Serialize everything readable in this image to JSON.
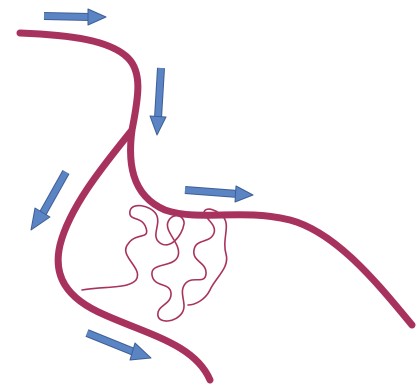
{
  "colors": {
    "curve": "#a8325e",
    "arrow_fill": "#5b84c4",
    "arrow_edge": "#3f5f94",
    "background": "#ffffff"
  },
  "elements": {
    "curves": [
      "upper-left-branch",
      "lower-left-branch",
      "right-branch",
      "folded-membrane"
    ],
    "arrows": [
      "top-right-arrow",
      "down-arrow",
      "right-arrow",
      "down-left-arrow",
      "bottom-right-arrow"
    ]
  }
}
